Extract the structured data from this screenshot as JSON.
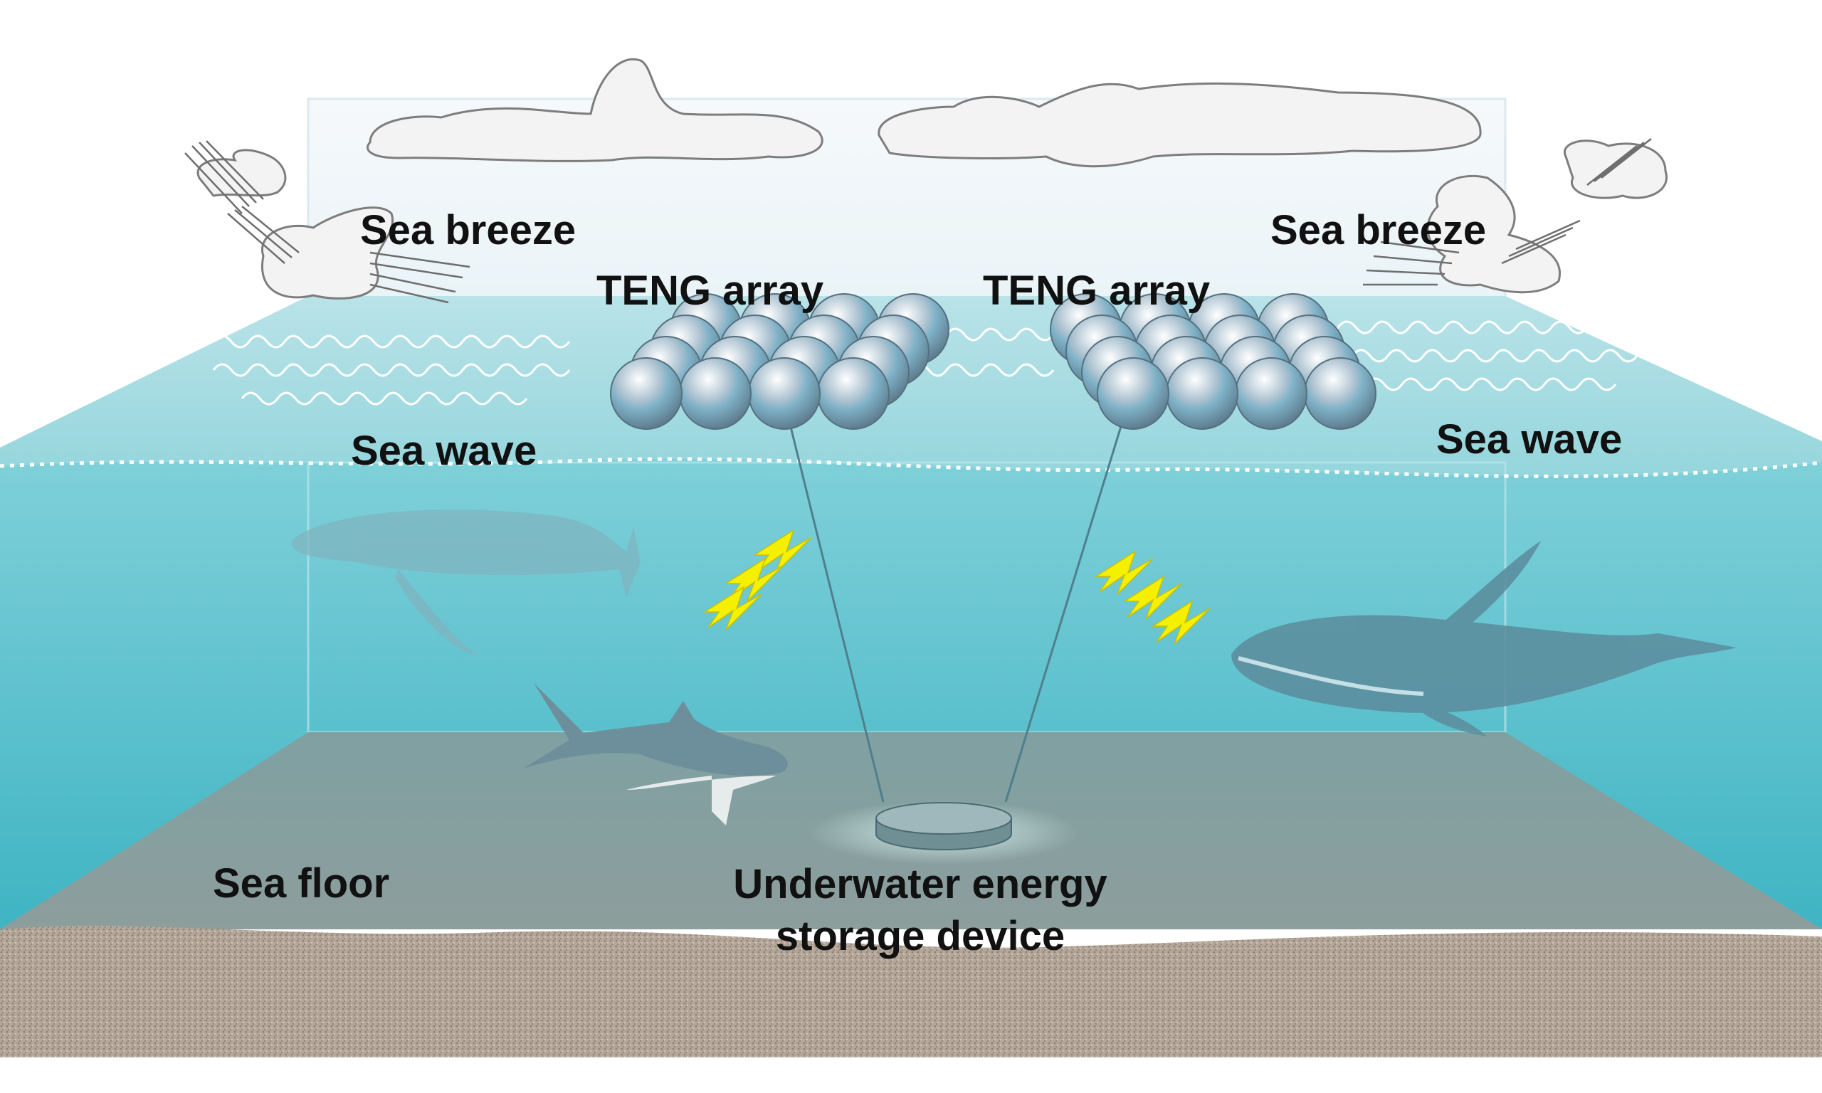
{
  "labels": {
    "sea_breeze_left": "Sea breeze",
    "sea_breeze_right": "Sea breeze",
    "teng_array_left": "TENG array",
    "teng_array_right": "TENG array",
    "sea_wave_left": "Sea wave",
    "sea_wave_right": "Sea wave",
    "sea_floor": "Sea floor",
    "device_line1": "Underwater energy",
    "device_line2": "storage device"
  },
  "colors": {
    "sky": "#e8f2f6",
    "water_surface": "#a9dde3",
    "water_deep": "#4dbccb",
    "floor": "#8fa5a5",
    "sand": "#b3a698",
    "bolt": "#f5f000",
    "sphere": "#9fb9c9"
  }
}
